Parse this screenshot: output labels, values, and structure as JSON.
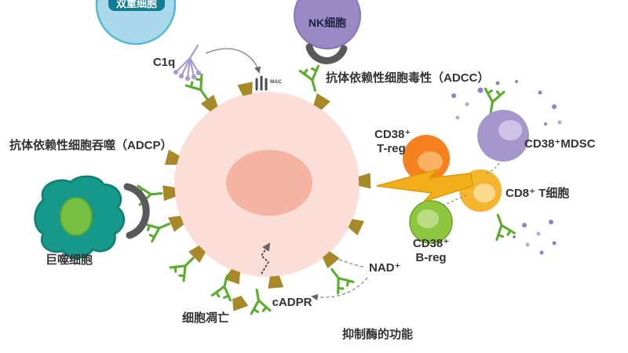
{
  "labels": {
    "top_cell": "双重细胞",
    "c1q": "C1q",
    "mac": "MAC",
    "nk_cell": "NK细胞",
    "adcc": "抗体依赖性细胞毒性（ADCC）",
    "adcp": "抗体依赖性细胞吞噬（ADCP）",
    "macrophage": "巨噬细胞",
    "treg_marker": "CD38⁺",
    "treg_name": "T-reg",
    "mdsc": "CD38⁺MDSC",
    "cd8_t": "CD8⁺ T细胞",
    "breg_marker": "CD38⁺",
    "breg_name": "B-reg",
    "nad": "NAD⁺",
    "cadpr": "cADPR",
    "apoptosis": "细胞凋亡",
    "enzyme_function": "抑制酶的功能"
  },
  "colors": {
    "tumor_cell": "#fbded7",
    "tumor_nucleus": "#f5b4a2",
    "antibody_green": "#5aad2c",
    "antigen_olive": "#a8892a",
    "nk_purple": "#998ac6",
    "effector_blue": "#a9d9eb",
    "effector_band": "#0f7d95",
    "macrophage_teal": "#16988a",
    "macrophage_nucleus": "#76c043",
    "crescent_gray": "#595959",
    "treg_orange": "#f5821f",
    "treg_nucleus": "#f9b263",
    "mdsc_purple": "#a596cc",
    "mdsc_nucleus": "#cdc3e6",
    "cd8_yellow": "#f6b52e",
    "cd8_nucleus": "#fbd98e",
    "breg_green": "#8dc63f",
    "breg_nucleus": "#b9dc85",
    "lightning_gold": "#f2ae1b",
    "c1q_purple": "#a89ad4",
    "dots_purple": "#8f80c8",
    "text_dark": "#333333"
  }
}
